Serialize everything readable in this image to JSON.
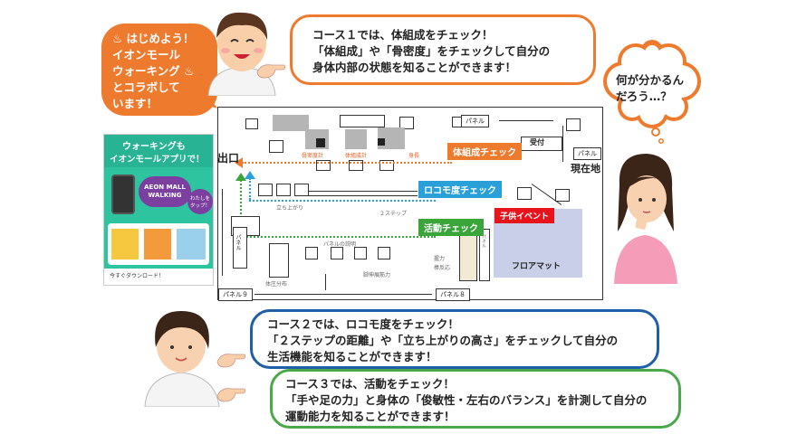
{
  "bubbles": {
    "intro": [
      "♨ はじめよう！",
      "イオンモール",
      "ウォーキング ♨",
      "とコラボして",
      "います！"
    ],
    "course1": [
      "コース１では、体組成をチェック！",
      "「体組成」や「骨密度」をチェックして自分の",
      "身体内部の状態を知ることができます！"
    ],
    "question": [
      "何が分かるん",
      "だろう…？"
    ],
    "course2": [
      "コース２では、ロコモ度をチェック！",
      "「２ステップの距離」や「立ち上がりの高さ」をチェックして自分の",
      "生活機能を知ることができます！"
    ],
    "course3": [
      "コース３では、活動をチェック！",
      "「手や足の力」と身体の「俊敏性・左右のバランス」を計測して自分の",
      "運動能力を知ることができます！"
    ]
  },
  "poster": {
    "title_line1": "ウォーキングも",
    "title_line2": "イオンモールアプリで！",
    "logo": "AEON MALL WALKING",
    "tap": "わたしを タップ！",
    "footer": "今すぐダウンロード！"
  },
  "map": {
    "exit": "出口",
    "current": "現在地",
    "reception": "受付",
    "panel_top": "パネル",
    "panel_right": "パネル",
    "panel9": "パネル９",
    "panel8": "パネル８",
    "panel_left": "パネル",
    "panel_exp": "パネルの説明",
    "floor_mat": "フロアマット",
    "bone": "骨密度計",
    "body_comp": "体組成計",
    "height": "身長",
    "standup": "立ち上がり",
    "two_step": "２ステップ",
    "grip": "握力",
    "reaction": "棒反応",
    "squat": "脚伸展筋力",
    "pressure": "体圧分布",
    "panel_small": "パネル"
  },
  "signs": {
    "body": "体組成チェック",
    "locomo": "ロコモ度チェック",
    "activity": "活動チェック",
    "kids": "子供イベント"
  },
  "colors": {
    "orange": "#ee7a2e",
    "blue": "#2aa0d8",
    "green": "#3aa63a",
    "red": "#e8141c",
    "lavender": "#c9cfe8"
  }
}
